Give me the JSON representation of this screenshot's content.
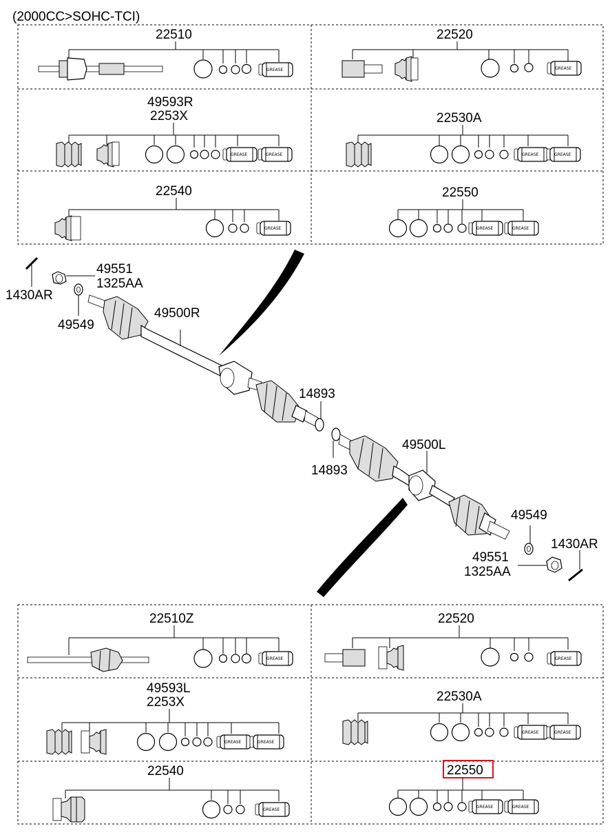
{
  "header": {
    "engine_label": "(2000CC>SOHC-TCI)"
  },
  "grease_text": "GREASE",
  "top_kits": {
    "r1_left": "22510",
    "r1_right": "22520",
    "r2_left_a": "49593R",
    "r2_left_b": "2253X",
    "r2_right": "22530A",
    "r3_left": "22540",
    "r3_right": "22550"
  },
  "middle": {
    "bolt_r": "1430AR",
    "nut_r_a": "49551",
    "nut_r_b": "1325AA",
    "washer_r": "49549",
    "shaft_r": "49500R",
    "ring_upper": "14893",
    "ring_lower": "14893",
    "shaft_l": "49500L",
    "washer_l": "49549",
    "bolt_l": "1430AR",
    "nut_l_a": "49551",
    "nut_l_b": "1325AA"
  },
  "bottom_kits": {
    "r1_left": "22510Z",
    "r1_right": "22520",
    "r2_left_a": "49593L",
    "r2_left_b": "2253X",
    "r2_right": "22530A",
    "r3_left": "22540",
    "r3_right": "22550"
  },
  "highlight": {
    "color": "#d0191f",
    "part": "22550"
  }
}
